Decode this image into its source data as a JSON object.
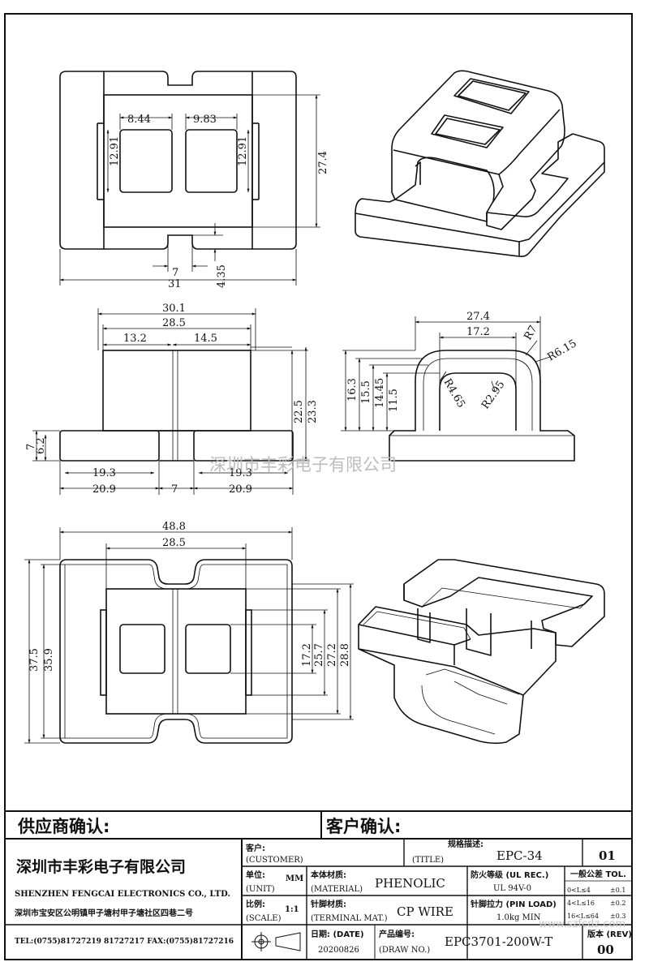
{
  "watermark": "深圳市丰彩电子有限公司",
  "views": {
    "top": {
      "dims": {
        "w1": "8.44",
        "w2": "9.83",
        "h1": "12.91",
        "h2": "12.91",
        "height": "27.4",
        "slot": "7",
        "slot_depth": "4.35",
        "width": "31"
      }
    },
    "front": {
      "dims": {
        "overall": "30.1",
        "mid": "28.5",
        "left": "13.2",
        "right": "14.5",
        "h_a": "22.5",
        "h_b": "23.3",
        "flange_a": "7",
        "flange_b": "6.2",
        "base_l1": "19.3",
        "base_r1": "19.3",
        "base_l2": "20.9",
        "gap": "7",
        "base_r2": "20.9"
      }
    },
    "side": {
      "dims": {
        "outer": "27.4",
        "inner": "17.2",
        "r7": "R7",
        "r615": "R6.15",
        "r465": "R4.65",
        "r295": "R2.95",
        "h1": "16.3",
        "h2": "15.5",
        "h3": "14.45",
        "h4": "11.5"
      }
    },
    "bottom": {
      "dims": {
        "overall": "48.8",
        "inner": "28.5",
        "h_a": "37.5",
        "h_b": "35.9",
        "r1": "17.2",
        "r2": "25.7",
        "r3": "27.2",
        "r4": "28.8"
      }
    }
  },
  "confirm": {
    "supplier": "供应商确认:",
    "customer": "客户确认:"
  },
  "company": {
    "name_cn": "深圳市丰彩电子有限公司",
    "name_en": "SHENZHEN FENGCAI ELECTRONICS CO., LTD.",
    "address": "深圳市宝安区公明镇甲子塘村甲子塘社区四巷二号",
    "contact": "TEL:(0755)81727219  81727217   FAX:(0755)81727216"
  },
  "title_block": {
    "customer_label": "客户:",
    "customer_label_en": "(CUSTOMER)",
    "spec_label": "规格描述:",
    "title_label_en": "(TITLE)",
    "spec_value": "EPC-34",
    "sheet_no": "01",
    "unit_label": "单位:",
    "unit_label_en": "(UNIT)",
    "unit_value": "MM",
    "material_label": "本体材质:",
    "material_label_en": "(MATERIAL)",
    "material_value": "PHENOLIC",
    "fire_label": "防火等级 (UL REC.)",
    "fire_value": "UL 94V-0",
    "tol_label": "一般公差 TOL.",
    "tol_r1_range": "0<L≤4",
    "tol_r1_val": "±0.1",
    "tol_r2_range": "4<L≤16",
    "tol_r2_val": "±0.2",
    "tol_r3_range": "16<L≤64",
    "tol_r3_val": "±0.3",
    "scale_label": "比例:",
    "scale_label_en": "(SCALE)",
    "scale_value": "1:1",
    "terminal_label": "针脚材质:",
    "terminal_label_en": "(TERMINAL MAT.)",
    "terminal_value": "CP WIRE",
    "pin_label": "针脚拉力 (PIN LOAD)",
    "pin_value": "1.0kg MIN",
    "date_label": "日期: (DATE)",
    "date_value": "20200826",
    "drawno_label": "产品编号:",
    "drawno_label_en": "(DRAW NO.)",
    "drawno_value": "EPC3701-200W-T",
    "rev_label": "版本 (REV)",
    "rev_value": "00",
    "site_watermark": "www.szfcdz.com"
  },
  "icons": [
    "projection-symbol-icon"
  ]
}
